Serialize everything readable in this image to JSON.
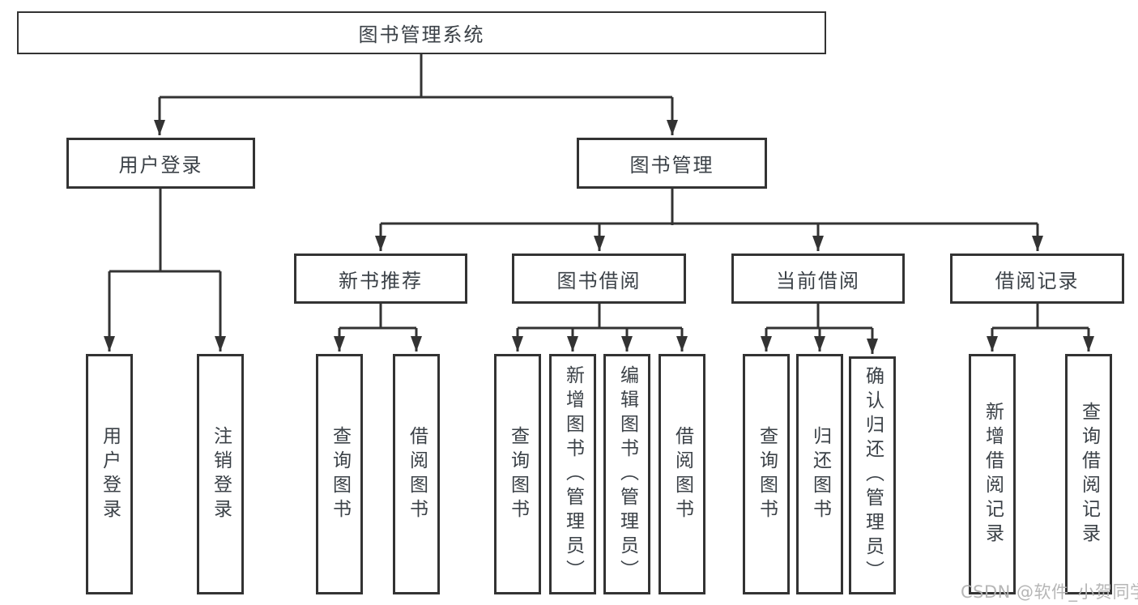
{
  "chart": {
    "root": {
      "label": "图书管理系统"
    },
    "level2": [
      {
        "label": "用户登录",
        "children": [
          {
            "label": "用户登录"
          },
          {
            "label": "注销登录"
          }
        ]
      },
      {
        "label": "图书管理",
        "children": [
          {
            "label": "新书推荐",
            "children": [
              {
                "label": "查询图书"
              },
              {
                "label": "借阅图书"
              }
            ]
          },
          {
            "label": "图书借阅",
            "children": [
              {
                "label": "查询图书"
              },
              {
                "label": "新增图书（管理员）"
              },
              {
                "label": "编辑图书（管理员）"
              },
              {
                "label": "借阅图书"
              }
            ]
          },
          {
            "label": "当前借阅",
            "children": [
              {
                "label": "查询图书"
              },
              {
                "label": "归还图书"
              },
              {
                "label": "确认归还（管理员）"
              }
            ]
          },
          {
            "label": "借阅记录",
            "children": [
              {
                "label": "新增借阅记录"
              },
              {
                "label": "查询借阅记录"
              }
            ]
          }
        ]
      }
    ]
  },
  "watermark": "CSDN @软件_小贺同学",
  "colors": {
    "line": "#333333",
    "box_border": "#333333",
    "text": "#3b4147",
    "watermark": "#b2b2b2",
    "background": "#ffffff"
  }
}
